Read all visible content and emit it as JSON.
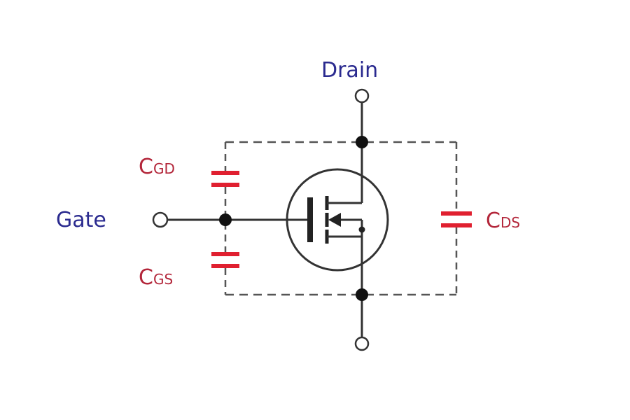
{
  "labels": {
    "drain": "Drain",
    "gate": "Gate"
  },
  "capacitors": {
    "cgd": {
      "main": "C",
      "sub": "GD"
    },
    "cgs": {
      "main": "C",
      "sub": "GS"
    },
    "cds": {
      "main": "C",
      "sub": "DS"
    }
  },
  "colors": {
    "wire": "#333333",
    "capacitor": "#e02030",
    "terminal_text": "#2a2a8f",
    "capacitor_text": "#b3263a",
    "dashed_box": "#555555"
  }
}
